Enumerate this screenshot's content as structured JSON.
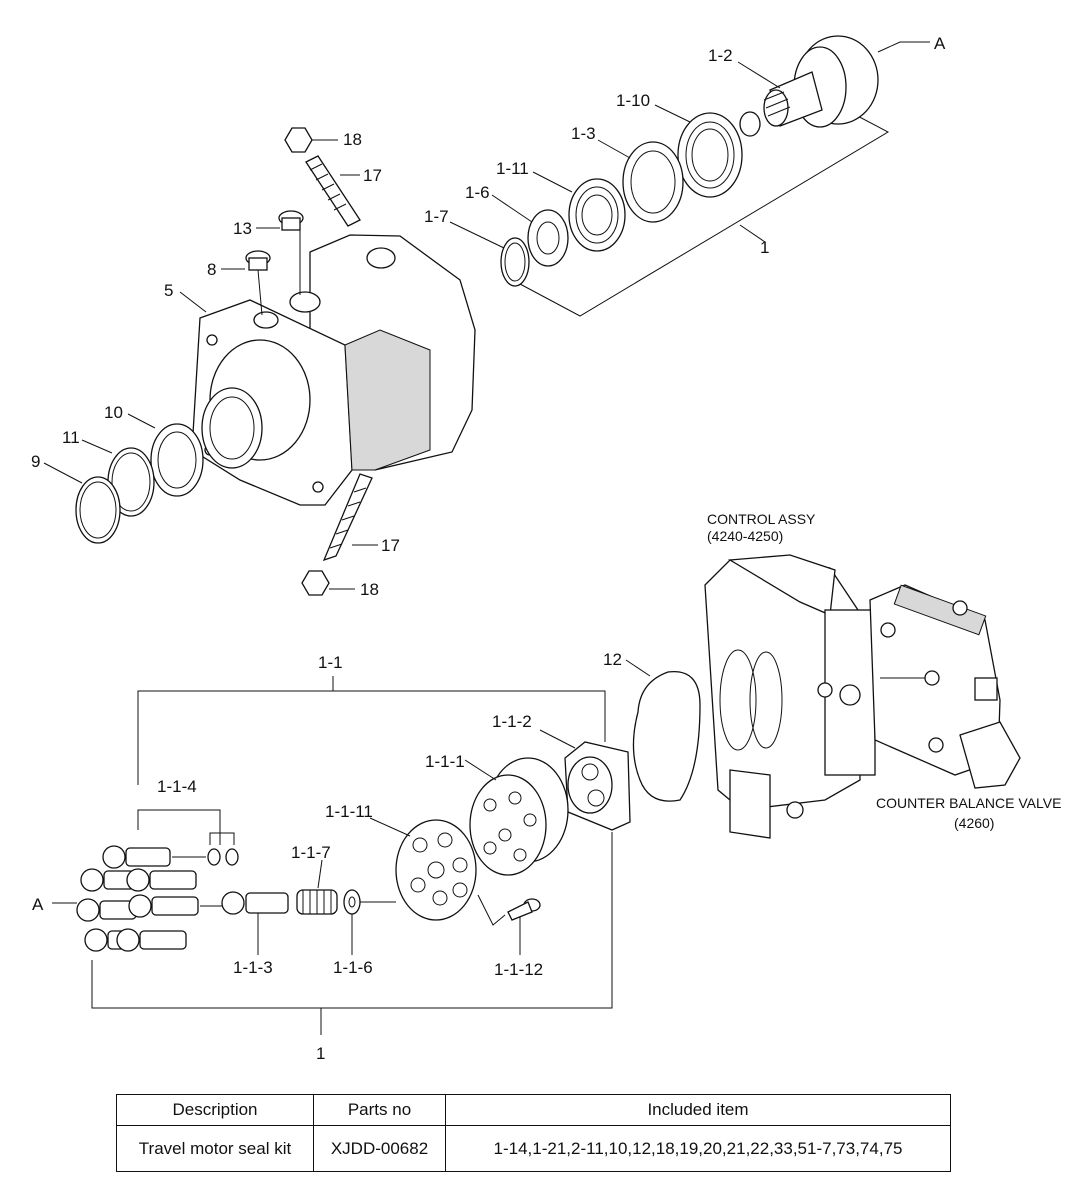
{
  "callouts": {
    "a_top": "A",
    "p1_2": "1-2",
    "p1_10": "1-10",
    "p1_3": "1-3",
    "p1_11": "1-11",
    "p1_6": "1-6",
    "p1_7": "1-7",
    "p1_top": "1",
    "p18_top": "18",
    "p17_top": "17",
    "p13": "13",
    "p8": "8",
    "p5": "5",
    "p10": "10",
    "p11": "11",
    "p9": "9",
    "p17_bottom": "17",
    "p18_bottom": "18",
    "control_assy": "CONTROL ASSY",
    "control_assy_range": "(4240-4250)",
    "p12": "12",
    "p1_1": "1-1",
    "p1_1_2": "1-1-2",
    "p1_1_1": "1-1-1",
    "p1_1_4": "1-1-4",
    "p1_1_11": "1-1-11",
    "p1_1_7": "1-1-7",
    "counter_balance": "COUNTER BALANCE VALVE",
    "counter_balance_range": "(4260)",
    "a_bottom": "A",
    "p1_1_3": "1-1-3",
    "p1_1_6": "1-1-6",
    "p1_1_12": "1-1-12",
    "p1_bottom": "1"
  },
  "kit_table": {
    "headers": {
      "description": "Description",
      "parts_no": "Parts no",
      "included_item": "Included item"
    },
    "rows": [
      {
        "description": "Travel motor seal kit",
        "parts_no": "XJDD-00682",
        "included_item": "1-14,1-21,2-11,10,12,18,19,20,21,22,33,51-7,73,74,75"
      }
    ]
  }
}
